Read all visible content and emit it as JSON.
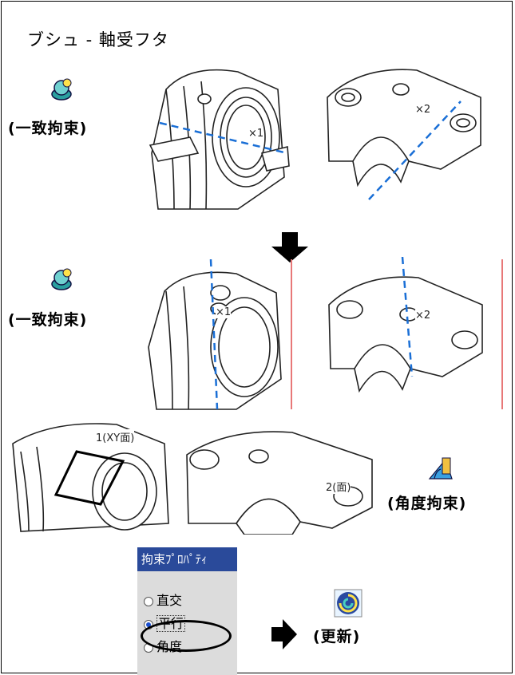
{
  "title": "ブシュ - 軸受フタ",
  "row1": {
    "label": "(一致拘束)",
    "tag_a": "×1",
    "tag_b": "×2"
  },
  "row2": {
    "label": "(一致拘束)",
    "tag_a": "×1",
    "tag_b": "×2"
  },
  "row3": {
    "label": "(角度拘束)",
    "tag_a": "1(XY面)",
    "tag_b": "2(面)"
  },
  "props": {
    "title": "拘束ﾌﾟﾛﾊﾟﾃｨ",
    "options": [
      {
        "label": "直交",
        "selected": false
      },
      {
        "label": "平行",
        "selected": true
      },
      {
        "label": "角度",
        "selected": false
      }
    ]
  },
  "update": {
    "label": "(更新)"
  },
  "colors": {
    "axis": "#1a6fd6",
    "panel_header": "#2a4a9a",
    "red_line": "#e87878"
  }
}
